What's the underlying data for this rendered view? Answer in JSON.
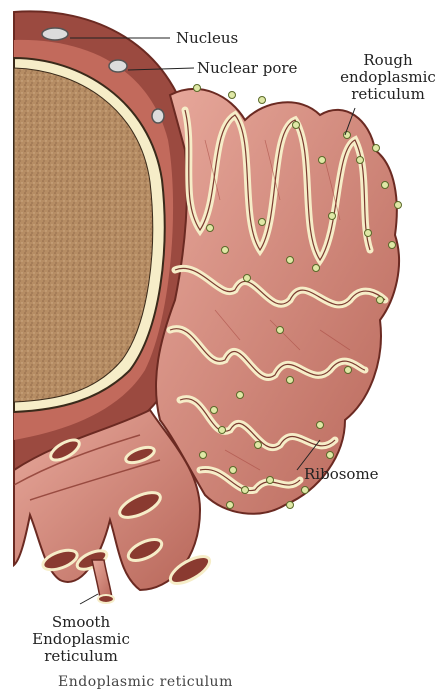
{
  "labels": {
    "nucleus": "Nucleus",
    "nuclear_pore": "Nuclear pore",
    "rough_er_1": "Rough",
    "rough_er_2": "endoplasmic",
    "rough_er_3": "reticulum",
    "ribosome": "Ribosome",
    "smooth_er_1": "Smooth",
    "smooth_er_2": "Endoplasmic",
    "smooth_er_3": "reticulum"
  },
  "caption": "Endoplasmic reticulum",
  "colors": {
    "membrane": "#c97c6e",
    "membrane_dark": "#8a3a30",
    "lumen": "#f6edc8",
    "nucleus_fill": "#b08a62",
    "ribosome": "#dfe8a6",
    "inner_stripe": "#a84a42"
  }
}
